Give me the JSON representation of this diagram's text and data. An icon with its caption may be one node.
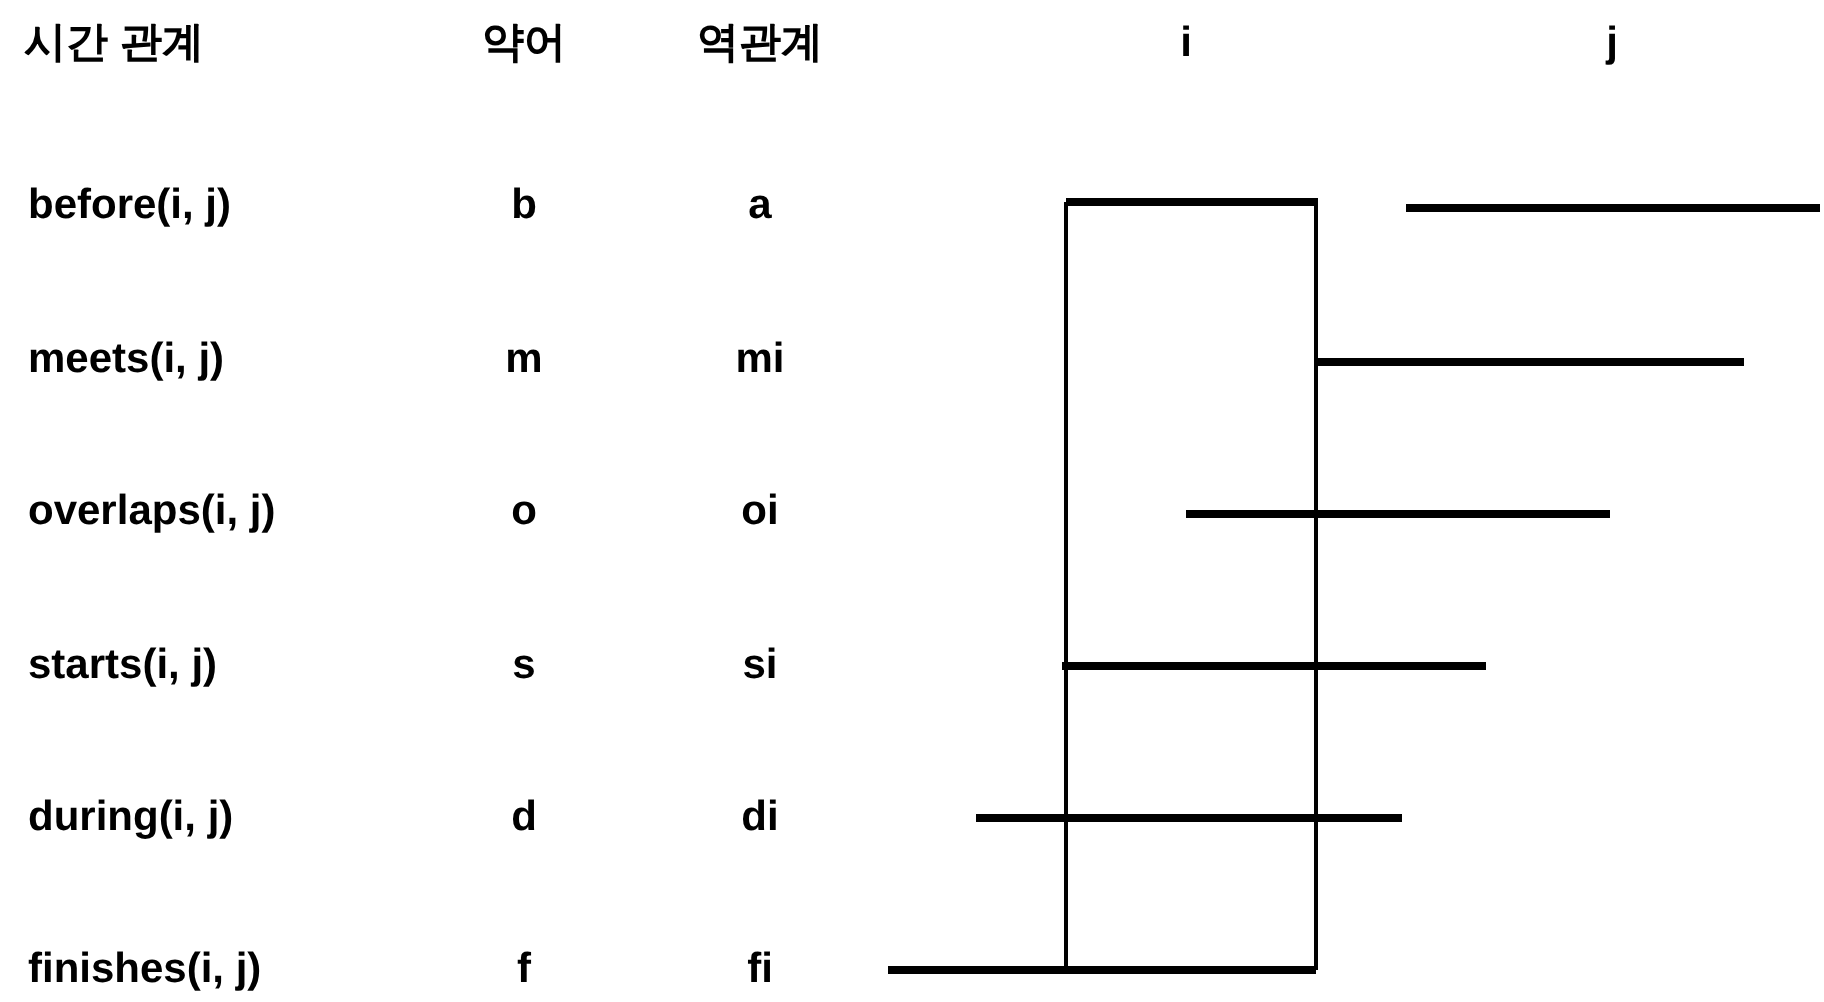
{
  "diagram": {
    "labels": [
      "시간 관계",
      "약어",
      "역관계",
      "i",
      "j",
      "before(i, j)",
      "b",
      "a",
      "meets(i, j)",
      "m",
      "mi",
      "overlaps(i, j)",
      "o",
      "oi",
      "starts(i, j)",
      "s",
      "si",
      "during(i, j)",
      "d",
      "di",
      "finishes(i, j)",
      "f",
      "fi"
    ]
  }
}
